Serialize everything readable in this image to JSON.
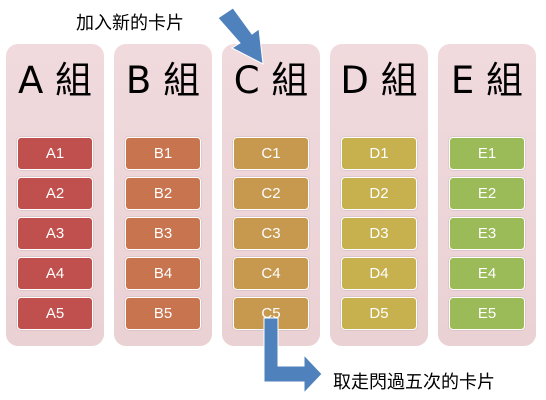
{
  "captions": {
    "add_new_card": "加入新的卡片",
    "remove_card": "取走閃過五次的卡片"
  },
  "groups": [
    {
      "title": "A 組",
      "color": "#c0504d",
      "cards": [
        "A1",
        "A2",
        "A3",
        "A4",
        "A5"
      ]
    },
    {
      "title": "B 組",
      "color": "#c8744f",
      "cards": [
        "B1",
        "B2",
        "B3",
        "B4",
        "B5"
      ]
    },
    {
      "title": "C 組",
      "color": "#c7994f",
      "cards": [
        "C1",
        "C2",
        "C3",
        "C4",
        "C5"
      ]
    },
    {
      "title": "D 組",
      "color": "#c7b14f",
      "cards": [
        "D1",
        "D2",
        "D3",
        "D4",
        "D5"
      ]
    },
    {
      "title": "E 組",
      "color": "#9bbb59",
      "cards": [
        "E1",
        "E2",
        "E3",
        "E4",
        "E5"
      ]
    }
  ],
  "arrow_color": "#4f81bd"
}
